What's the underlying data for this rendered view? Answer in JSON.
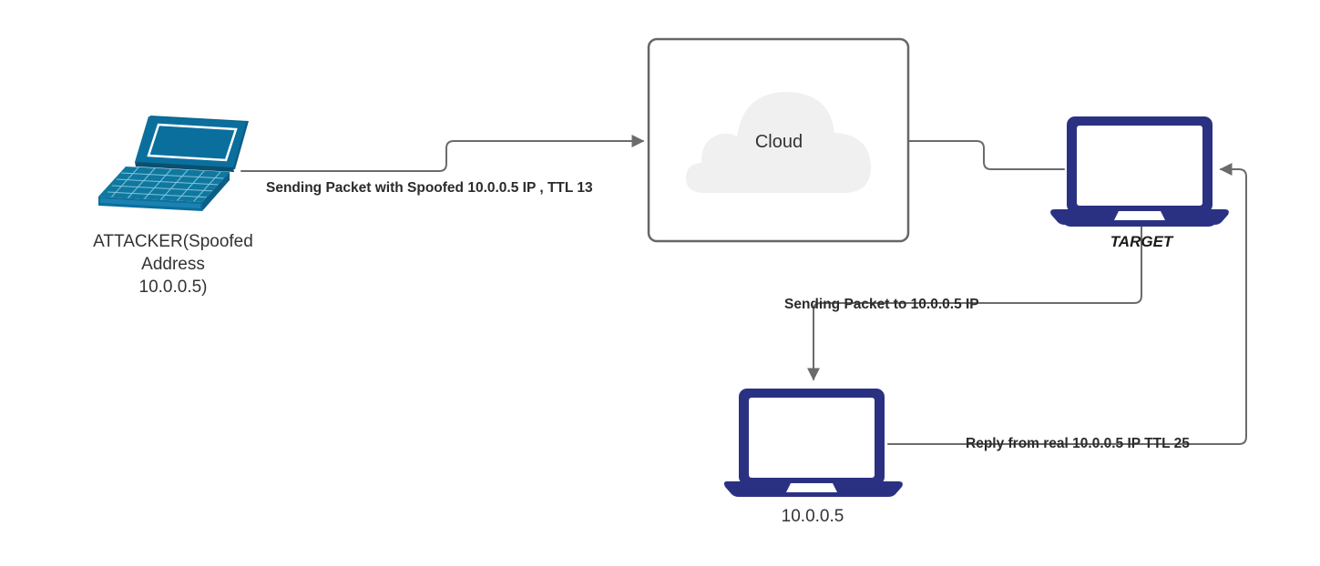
{
  "diagram": {
    "title": "IP Spoofing TTL Analysis Network Diagram",
    "background_color": "#ffffff",
    "colors": {
      "attacker_laptop": "#0b6f9d",
      "attacker_laptop_dark": "#0a5f86",
      "attacker_laptop_light": "#1b81b0",
      "target_laptop": "#2b3182",
      "victim_laptop": "#2b3182",
      "cloud_fill": "#f0f0f0",
      "box_border": "#666666",
      "edge_stroke": "#6b6b6b",
      "label_text": "#2b2b2b",
      "node_text": "#333333"
    },
    "nodes": [
      {
        "id": "attacker",
        "icon": "laptop-isometric-icon",
        "label_lines": [
          "ATTACKER(Spoofed",
          "Address",
          "10.0.0.5)"
        ],
        "style": "teal-isometric"
      },
      {
        "id": "cloud",
        "icon": "cloud-icon",
        "label": "Cloud",
        "style": "rounded-box-with-cloud"
      },
      {
        "id": "target",
        "icon": "laptop-front-icon",
        "label": "TARGET",
        "style": "navy-front-bold-italic"
      },
      {
        "id": "victim",
        "icon": "laptop-front-icon",
        "label": "10.0.0.5",
        "style": "navy-front-plain"
      }
    ],
    "edges": [
      {
        "id": "attacker-to-cloud",
        "from": "attacker",
        "to": "cloud",
        "label": "Sending Packet with Spoofed 10.0.0.5 IP , TTL 13",
        "arrow": true
      },
      {
        "id": "cloud-to-target",
        "from": "cloud",
        "to": "target",
        "label": "",
        "arrow": false
      },
      {
        "id": "target-to-victim",
        "from": "target",
        "to": "victim",
        "label": "Sending Packet to 10.0.0.5 IP",
        "arrow": true
      },
      {
        "id": "victim-to-target",
        "from": "victim",
        "to": "target",
        "label": "Reply from real 10.0.0.5 IP TTL 25",
        "arrow": true
      }
    ]
  }
}
